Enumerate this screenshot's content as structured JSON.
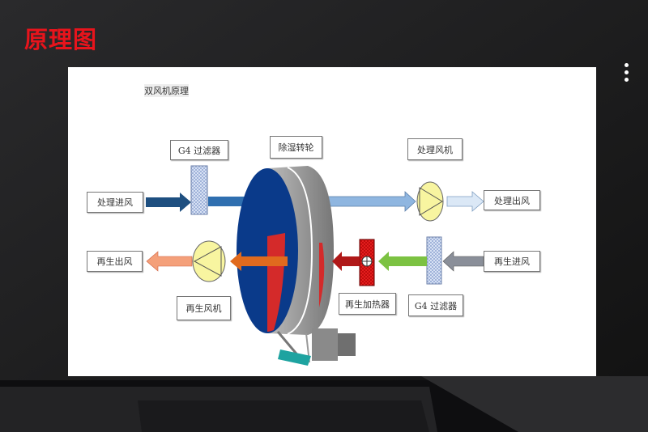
{
  "header": {
    "title": "原理图"
  },
  "menu": {
    "icon": "more-vertical-icon"
  },
  "diagram": {
    "caption": "双风机原理",
    "labels": {
      "filter_top": "G4 过滤器",
      "wheel": "除湿转轮",
      "process_fan": "处理风机",
      "process_in": "处理进风",
      "process_out": "处理出风",
      "regen_out": "再生出风",
      "regen_in": "再生进风",
      "regen_fan": "再生风机",
      "heater": "再生加热器",
      "filter_bottom": "G4 过滤器"
    },
    "colors": {
      "title": "#e8141c",
      "wheel_face": "#0a3a8a",
      "regen_sector": "#d42a2a",
      "process_in_arrow": "#1e4f80",
      "process_out_arrow": "#8fb6e0",
      "regen_in_arrow": "#8a8f99",
      "green_arrow": "#7cc242",
      "heater": "#e82020"
    }
  }
}
